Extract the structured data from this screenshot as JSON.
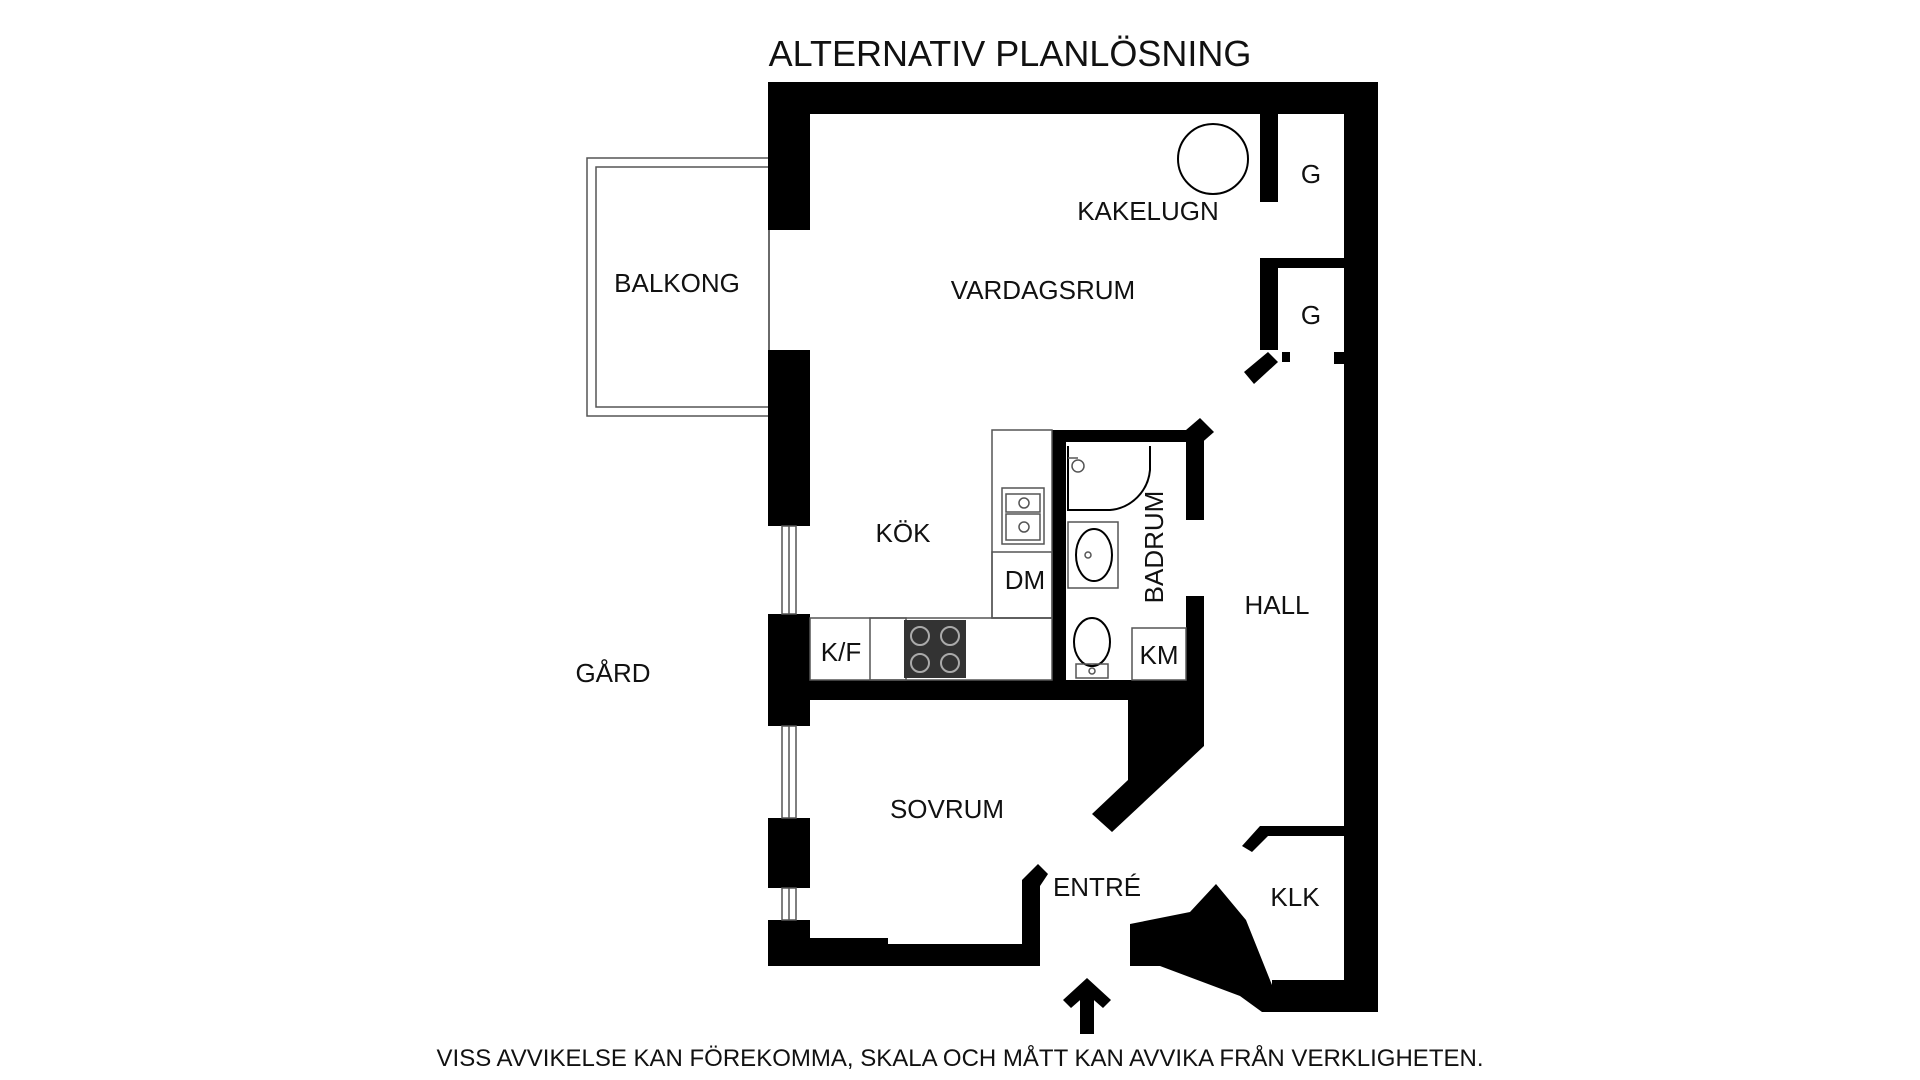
{
  "title": "ALTERNATIV PLANLÖSNING",
  "footer_note": "VISS AVVIKELSE KAN FÖREKOMMA, SKALA OCH MÅTT KAN AVVIKA FRÅN VERKLIGHETEN.",
  "rooms": {
    "balkong": "BALKONG",
    "vardagsrum": "VARDAGSRUM",
    "kakelugn": "KAKELUGN",
    "g_top": "G",
    "g_mid": "G",
    "kok": "KÖK",
    "dm": "DM",
    "kf": "K/F",
    "badrum": "BADRUM",
    "km": "KM",
    "hall": "HALL",
    "gard": "GÅRD",
    "sovrum": "SOVRUM",
    "entre": "ENTRÉ",
    "klk": "KLK"
  }
}
